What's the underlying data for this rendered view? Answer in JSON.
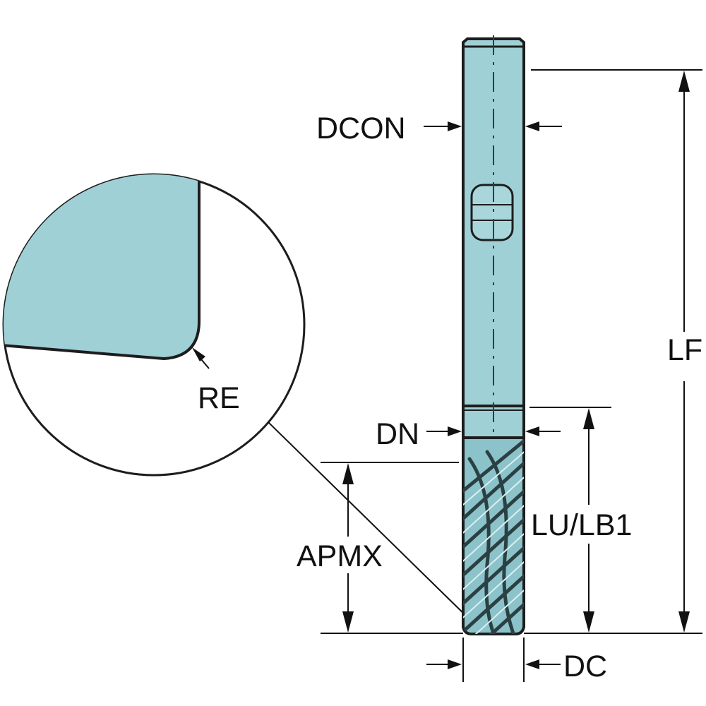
{
  "labels": {
    "dcon": "DCON",
    "dn": "DN",
    "apmx": "APMX",
    "lu_lb1": "LU/LB1",
    "lf": "LF",
    "dc": "DC",
    "re": "RE"
  },
  "colors": {
    "tool_fill": "#9fd0d6",
    "outline": "#1d1d1d",
    "background": "#ffffff"
  }
}
